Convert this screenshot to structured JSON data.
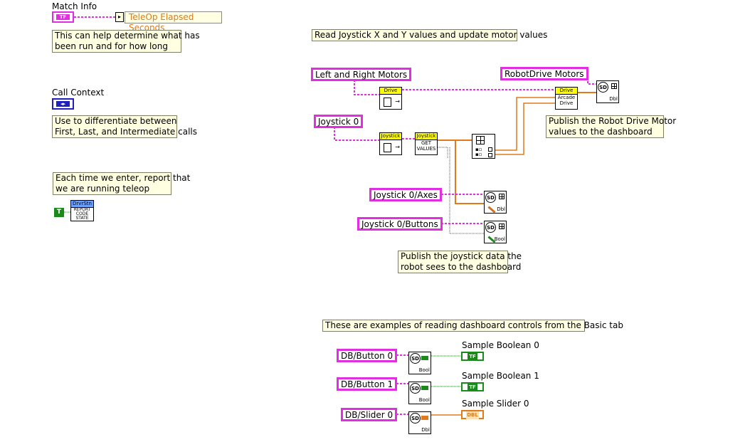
{
  "match_info": {
    "label": "Match Info",
    "cluster_icon_text": "TF",
    "output_label": "TeleOp Elapsed Seconds"
  },
  "notes": {
    "match_info": "This can help determine what has\nbeen run and for how long",
    "call_context": "Use to differentiate between\nFirst, Last, and Intermediate calls",
    "report_teleop": "Each time we enter, report that\nwe are running teleop",
    "read_joystick": "Read Joystick X and Y values and update motor values",
    "publish_drive": "Publish the Robot Drive Motor\nvalues to the dashboard",
    "publish_joystick": "Publish the joystick data the\nrobot sees to the dashboard",
    "dashboard_examples": "These are examples of reading dashboard controls from the Basic tab"
  },
  "call_context": {
    "label": "Call Context",
    "enum_text": "◂▸"
  },
  "driver_station": {
    "true_const": "T",
    "vi_header": "DrvrStn",
    "vi_body": "REPORT\nCODE\nSTATE"
  },
  "constants": {
    "left_right_motors": "Left and Right Motors",
    "robotdrive_motors": "RobotDrive Motors",
    "joystick0": "Joystick 0",
    "joystick0_axes": "Joystick 0/Axes",
    "joystick0_buttons": "Joystick 0/Buttons",
    "db_button0": "DB/Button 0",
    "db_button1": "DB/Button 1",
    "db_slider0": "DB/Slider 0"
  },
  "vis": {
    "drive_get": {
      "header": "Drive"
    },
    "arcade_drive": {
      "header": "Drive",
      "body": "Arcade\nDrive"
    },
    "joystick_get": {
      "header": "Joystick"
    },
    "joystick_get_values": {
      "header": "Joystick",
      "body": "GET\nVALUES"
    }
  },
  "sd_vis": {
    "sd_label": "SD",
    "dbl": "Dbl",
    "bool": "Bool"
  },
  "indicators": {
    "sample_boolean0": {
      "label": "Sample Boolean 0",
      "text": "TF"
    },
    "sample_boolean1": {
      "label": "Sample Boolean 1",
      "text": "TF"
    },
    "sample_slider0": {
      "label": "Sample Slider 0",
      "text": "DBL"
    }
  },
  "colors": {
    "refnum_wire": "#e02ee0",
    "numeric_wire": "#e07a1a",
    "boolean_wire": "#1a8a1a",
    "note_bg": "#ffffe1",
    "vi_header": "#ffff00"
  }
}
